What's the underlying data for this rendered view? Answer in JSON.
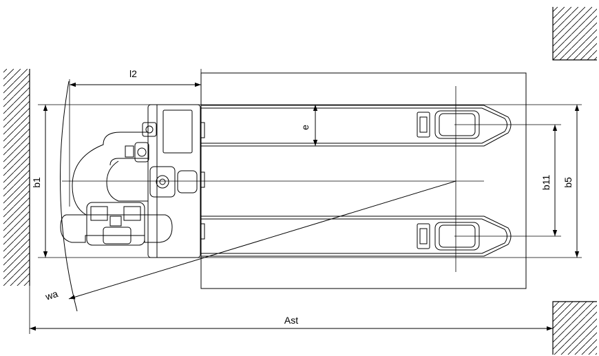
{
  "labels": {
    "l2": "l2",
    "e": "e",
    "b1": "b1",
    "b11": "b11",
    "b5": "b5",
    "wa": "wa",
    "ast": "Ast"
  },
  "colors": {
    "line": "#000000",
    "background": "#ffffff"
  }
}
